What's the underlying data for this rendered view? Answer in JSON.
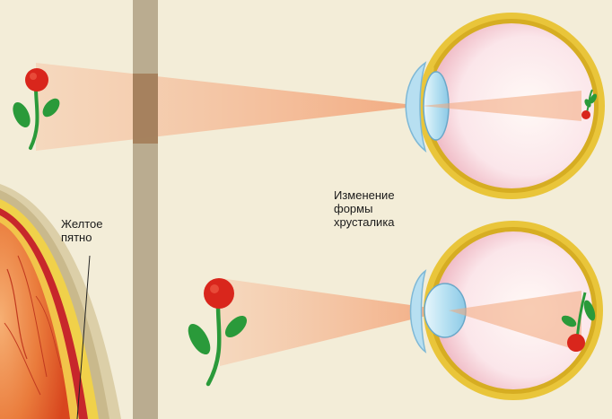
{
  "labels": {
    "macula": [
      "Желтое",
      "пятно"
    ],
    "lens_change": [
      "Изменение",
      "формы",
      "хрусталика"
    ]
  },
  "colors": {
    "background": "#f3edd8",
    "divider": "#b4a488",
    "ray": "#f3b08e",
    "flower": "#d9261c",
    "leaf": "#2a9a3a",
    "sclera": "#e9c53a",
    "lens": "#a9d9ef",
    "retina": "#e15a2a"
  },
  "icons": {
    "object": "flower-icon",
    "image": "inverted-flower-icon"
  }
}
